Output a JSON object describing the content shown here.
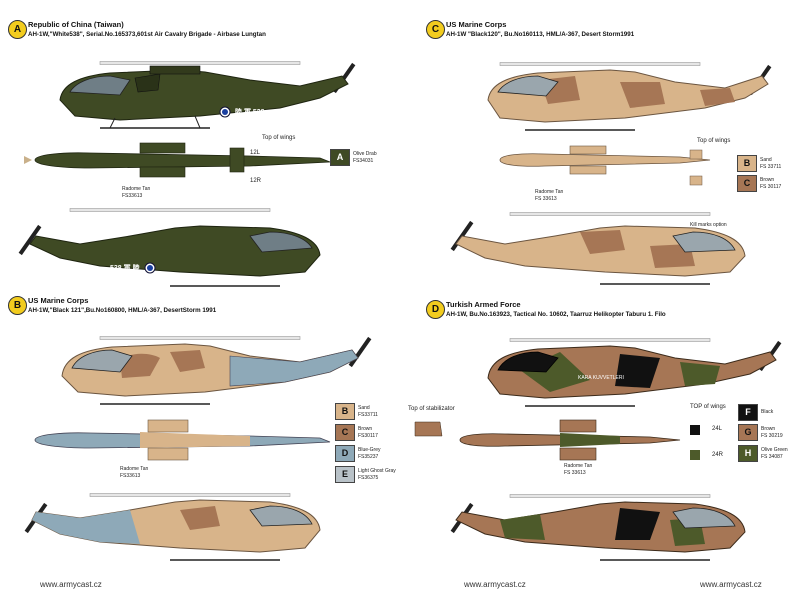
{
  "colors": {
    "badge": "#f2cc1e",
    "olive_drab": "#3f4a24",
    "sand": "#d8b48a",
    "brown": "#a67655",
    "blue_grey": "#8ea9b8",
    "light_ghost_grey": "#b9c2c8",
    "black": "#111111",
    "olive_green": "#4d5a2a",
    "radome_tan": "#c9b08a"
  },
  "A": {
    "badge": "A",
    "title": "Republic of China (Taiwan)",
    "subtitle": "AH-1W,\"White538\", Serial.No.165373,601st Air Cavalry Brigade - Airbase Lungtan",
    "top_of_wings": "Top of wings",
    "radome_tan": "Radome Tan",
    "radome_fs": "FS33613",
    "wing_l": "12L",
    "wing_r": "12R",
    "side_marking": "陸 軍 538",
    "side_marking_2": "538 軍 陸",
    "swatches": [
      {
        "code": "A",
        "name": "Olive Drab",
        "fs": "FS34031"
      }
    ]
  },
  "B": {
    "badge": "B",
    "title": "US Marine Corps",
    "subtitle": "AH-1W,\"Black 121\",Bu.No160800, HML/A-367, DesertStorm 1991",
    "radome_tan": "Radome Tan",
    "radome_fs": "FS33613",
    "swatches": [
      {
        "code": "B",
        "name": "Sand",
        "fs": "FS33711"
      },
      {
        "code": "C",
        "name": "Brown",
        "fs": "FS30117"
      },
      {
        "code": "D",
        "name": "Blue-Grey",
        "fs": "FS35237"
      },
      {
        "code": "E",
        "name": "Light Ghost Gray",
        "fs": "FS36375"
      }
    ],
    "site": "www.armycast.cz"
  },
  "C": {
    "badge": "C",
    "title": "US Marine Corps",
    "subtitle": "AH-1W \"Black120\", Bu.No160113, HML/A-367, Desert Storm1991",
    "top_of_wings": "Top of wings",
    "radome_tan": "Radome Tan",
    "radome_fs": "FS 33613",
    "kill_marks": "Kill marks option",
    "swatches": [
      {
        "code": "B",
        "name": "Sand",
        "fs": "FS 33711"
      },
      {
        "code": "C",
        "name": "Brown",
        "fs": "FS 30117"
      }
    ]
  },
  "D": {
    "badge": "D",
    "title": "Turkish Armed Force",
    "subtitle": "AH-1W, Bu.No.163923, Tactical No. 10602, Taarruz Helikopter Taburu 1. Filo",
    "top_of_stabilizator": "Top of stabilizator",
    "top_of_wings": "TOP of wings",
    "radome_tan": "Radome Tan",
    "radome_fs": "FS 33613",
    "wing_l": "24L",
    "wing_r": "24R",
    "side_marking": "KARA KUVVETLERI",
    "swatches": [
      {
        "code": "F",
        "name": "Black",
        "fs": ""
      },
      {
        "code": "G",
        "name": "Brown",
        "fs": "FS 30219"
      },
      {
        "code": "H",
        "name": "Olive Green",
        "fs": "FS 34087"
      }
    ],
    "site": "www.armycast.cz"
  }
}
